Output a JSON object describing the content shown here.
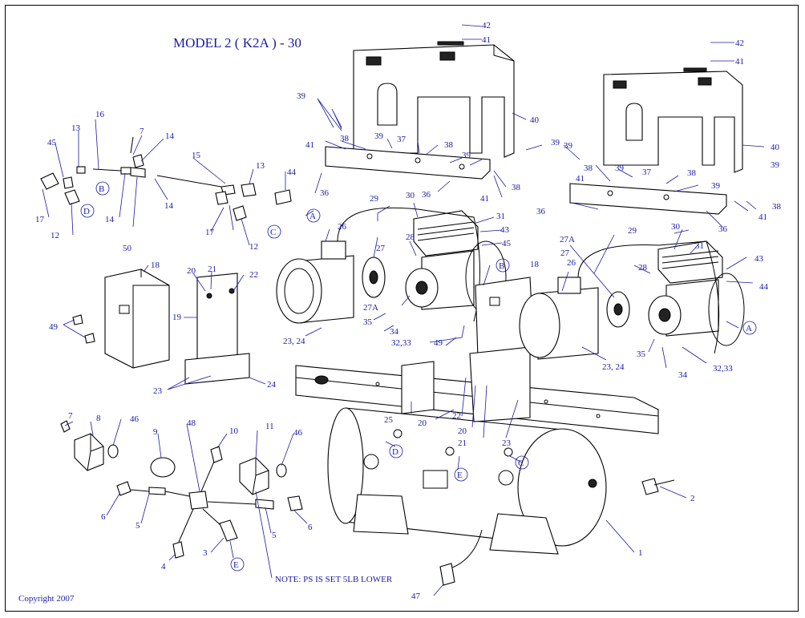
{
  "title": "MODEL 2 ( K2A ) - 30",
  "copyright": "Copyright 2007",
  "note": "NOTE: PS IS SET 5LB LOWER",
  "callouts": [
    "A",
    "B",
    "C",
    "D",
    "E"
  ],
  "part_labels": [
    "1",
    "2",
    "3",
    "4",
    "5",
    "6",
    "7",
    "8",
    "9",
    "10",
    "11",
    "12",
    "13",
    "14",
    "15",
    "16",
    "17",
    "18",
    "19",
    "20",
    "21",
    "22",
    "23",
    "23, 24",
    "24",
    "25",
    "26",
    "27",
    "27A",
    "28",
    "29",
    "30",
    "31",
    "32,33",
    "34",
    "35",
    "36",
    "37",
    "38",
    "39",
    "40",
    "41",
    "42",
    "43",
    "44",
    "45",
    "46",
    "47",
    "48",
    "49",
    "50"
  ],
  "colors": {
    "label": "#1a1aa6",
    "line": "#000000"
  }
}
